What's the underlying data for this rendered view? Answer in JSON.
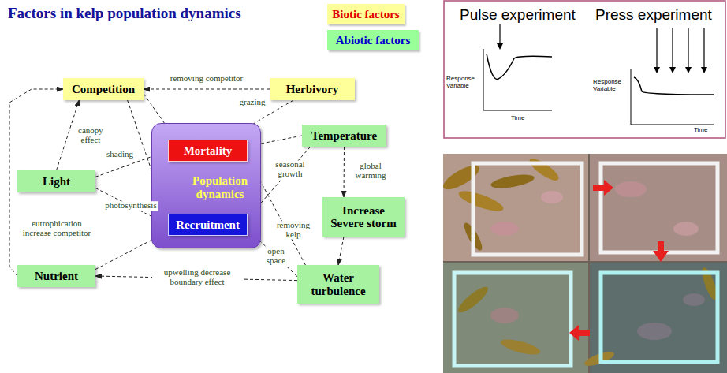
{
  "diagram": {
    "title": "Factors in kelp population dynamics",
    "nodes": [
      {
        "text": [
          "Competition"
        ]
      },
      {
        "text": [
          "Herbivory"
        ]
      },
      {
        "text": [
          "Population dynamics"
        ]
      },
      {
        "text": [
          "Mortality"
        ],
        "in": 2
      },
      {
        "text": [
          "Recruitment"
        ],
        "in": 2
      },
      {
        "text": [
          "Temperature"
        ]
      },
      {
        "text": [
          "Light"
        ]
      },
      {
        "text": [
          "Increase Severe storm"
        ]
      },
      {
        "text": [
          "Nutrient"
        ]
      },
      {
        "text": [
          "Water turbulence"
        ]
      }
    ],
    "edges": [
      {
        "from": 1,
        "to": 0,
        "label": "removing competitor",
        "arrow": "to"
      },
      {
        "from": 1,
        "to": 3,
        "label": "grazing",
        "arrow": "to"
      },
      {
        "from": 0,
        "to": 3,
        "arrow": "to"
      },
      {
        "from": 0,
        "to": 4,
        "arrow": "to"
      },
      {
        "from": 6,
        "to": 0,
        "label": "canopy effect",
        "arrow": "to"
      },
      {
        "from": 6,
        "to": 3,
        "label": "shading",
        "arrow": "to"
      },
      {
        "from": 6,
        "to": 4,
        "label": "photosynthesis",
        "arrow": "to"
      },
      {
        "from": 8,
        "to": 0,
        "label": "eutrophication increase competitor",
        "arrow": "to"
      },
      {
        "from": 8,
        "to": 4,
        "arrow": "to"
      },
      {
        "from": 5,
        "to": 3,
        "arrow": "to"
      },
      {
        "from": 5,
        "to": 4,
        "label": "seasonal growth",
        "arrow": "to"
      },
      {
        "from": 5,
        "to": 7,
        "label": "global warming",
        "arrow": "to"
      },
      {
        "from": 7,
        "to": 9,
        "arrow": "to"
      },
      {
        "from": 9,
        "to": 3,
        "label": "removing kelp",
        "arrow": "to"
      },
      {
        "from": 9,
        "to": 4,
        "label": "open space",
        "arrow": "to"
      },
      {
        "from": 9,
        "to": 8,
        "label": "upwelling decrease boundary effect",
        "arrow": "to"
      },
      {
        "from": 3,
        "to": 4,
        "arrow": "both"
      }
    ],
    "labels": [
      "Pulse experiment",
      "Press experiment",
      "Response Variable",
      "Time",
      "Response Variable",
      "Time"
    ],
    "legend": [
      {
        "text": "Biotic factors",
        "color": "#ffff99"
      },
      {
        "text": "Abiotic factors",
        "color": "#99ff99"
      }
    ]
  }
}
